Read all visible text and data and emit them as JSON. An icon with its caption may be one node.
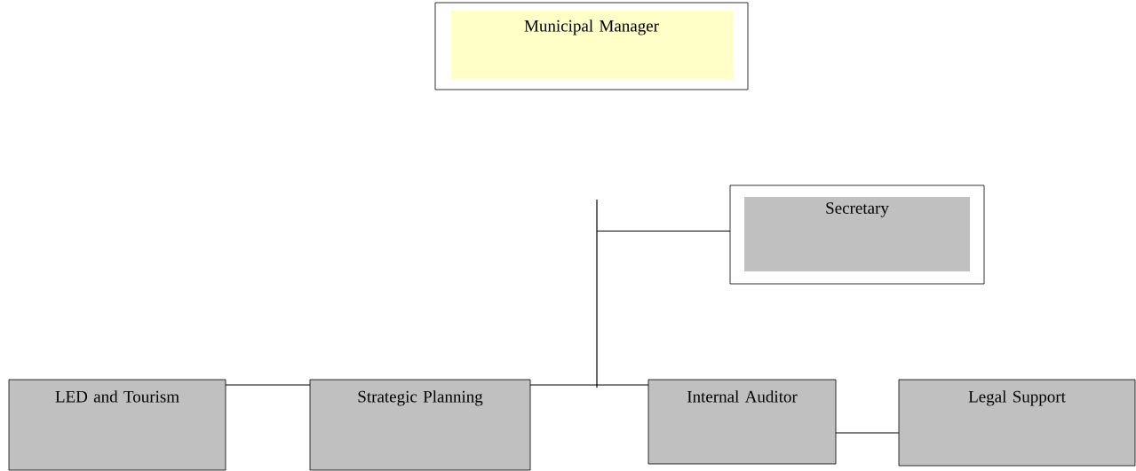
{
  "diagram": {
    "nodes": [
      {
        "text": [
          "Municipal Manager"
        ]
      },
      {
        "text": [
          "Secretary"
        ]
      },
      {
        "text": [
          "LED and Tourism"
        ]
      },
      {
        "text": [
          "Strategic Planning"
        ]
      },
      {
        "text": [
          "Internal Auditor"
        ]
      },
      {
        "text": [
          "Legal Support"
        ]
      }
    ],
    "edges": [
      {
        "from": 2,
        "to": 3,
        "arrow": "none"
      },
      {
        "from": 3,
        "to": 4,
        "arrow": "none"
      },
      {
        "from": 4,
        "to": 5,
        "arrow": "none"
      },
      {
        "from": null,
        "to": 1,
        "arrow": "none"
      }
    ]
  }
}
